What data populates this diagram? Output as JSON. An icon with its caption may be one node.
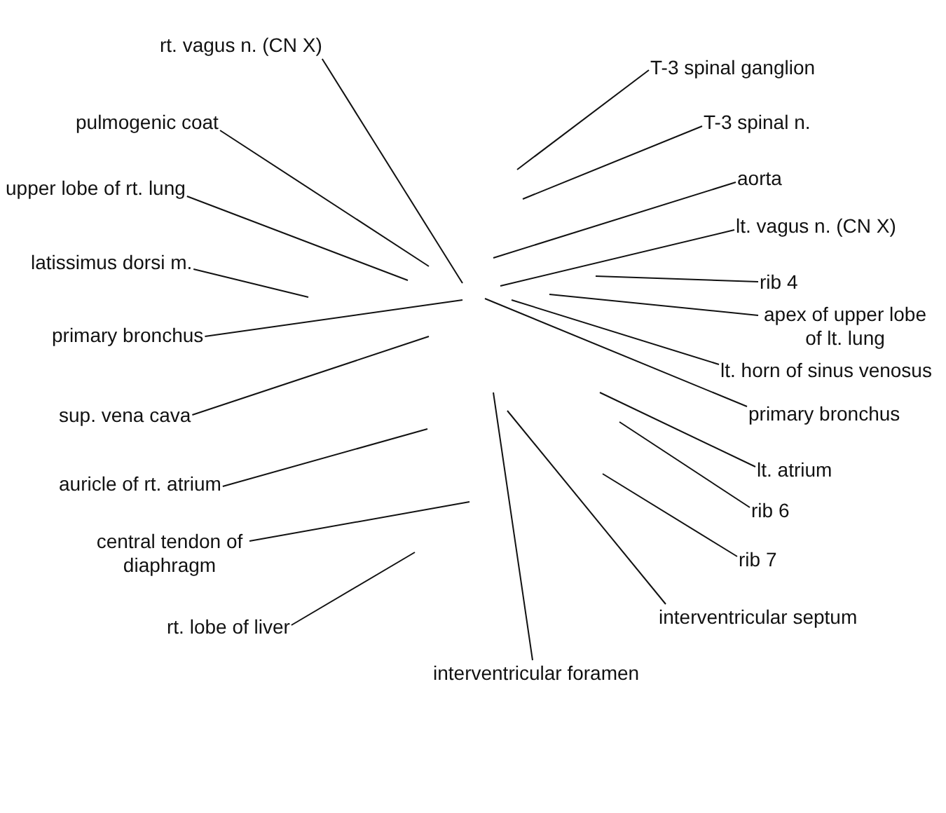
{
  "diagram": {
    "nodes": [
      {
        "text": [
          "rt. vagus n. (CN X)"
        ]
      },
      {
        "text": [
          "T-3 spinal ganglion"
        ]
      },
      {
        "text": [
          "pulmogenic coat"
        ]
      },
      {
        "text": [
          "T-3 spinal n."
        ]
      },
      {
        "text": [
          "aorta"
        ]
      },
      {
        "text": [
          "upper lobe of rt. lung"
        ]
      },
      {
        "text": [
          "lt. vagus n. (CN X)"
        ]
      },
      {
        "text": [
          "latissimus dorsi m."
        ]
      },
      {
        "text": [
          "rib 4"
        ]
      },
      {
        "text": [
          "apex of upper lobe of lt. lung"
        ]
      },
      {
        "text": [
          "primary bronchus"
        ]
      },
      {
        "text": [
          "lt. horn of sinus venosus"
        ]
      },
      {
        "text": [
          "primary bronchus"
        ]
      },
      {
        "text": [
          "sup. vena cava"
        ]
      },
      {
        "text": [
          "lt. atrium"
        ]
      },
      {
        "text": [
          "auricle of rt. atrium"
        ]
      },
      {
        "text": [
          "rib 6"
        ]
      },
      {
        "text": [
          "central tendon of diaphragm"
        ]
      },
      {
        "text": [
          "rib 7"
        ]
      },
      {
        "text": [
          "interventricular septum"
        ]
      },
      {
        "text": [
          "rt. lobe of liver"
        ]
      },
      {
        "text": [
          "interventricular foramen"
        ]
      }
    ],
    "edges": [
      {
        "from": 0,
        "to": null,
        "arrow": "none"
      },
      {
        "from": 1,
        "to": null,
        "arrow": "none"
      },
      {
        "from": 2,
        "to": null,
        "arrow": "none"
      },
      {
        "from": 3,
        "to": null,
        "arrow": "none"
      },
      {
        "from": 4,
        "to": null,
        "arrow": "none"
      },
      {
        "from": 5,
        "to": null,
        "arrow": "none"
      },
      {
        "from": 6,
        "to": null,
        "arrow": "none"
      },
      {
        "from": 7,
        "to": null,
        "arrow": "none"
      },
      {
        "from": 8,
        "to": null,
        "arrow": "none"
      },
      {
        "from": 9,
        "to": null,
        "arrow": "none"
      },
      {
        "from": 10,
        "to": null,
        "arrow": "none"
      },
      {
        "from": 11,
        "to": null,
        "arrow": "none"
      },
      {
        "from": 12,
        "to": null,
        "arrow": "none"
      },
      {
        "from": 13,
        "to": null,
        "arrow": "none"
      },
      {
        "from": 14,
        "to": null,
        "arrow": "none"
      },
      {
        "from": 15,
        "to": null,
        "arrow": "none"
      },
      {
        "from": 16,
        "to": null,
        "arrow": "none"
      },
      {
        "from": 17,
        "to": null,
        "arrow": "none"
      },
      {
        "from": 18,
        "to": null,
        "arrow": "none"
      },
      {
        "from": 19,
        "to": null,
        "arrow": "none"
      },
      {
        "from": 20,
        "to": null,
        "arrow": "none"
      },
      {
        "from": 21,
        "to": null,
        "arrow": "none"
      }
    ]
  }
}
